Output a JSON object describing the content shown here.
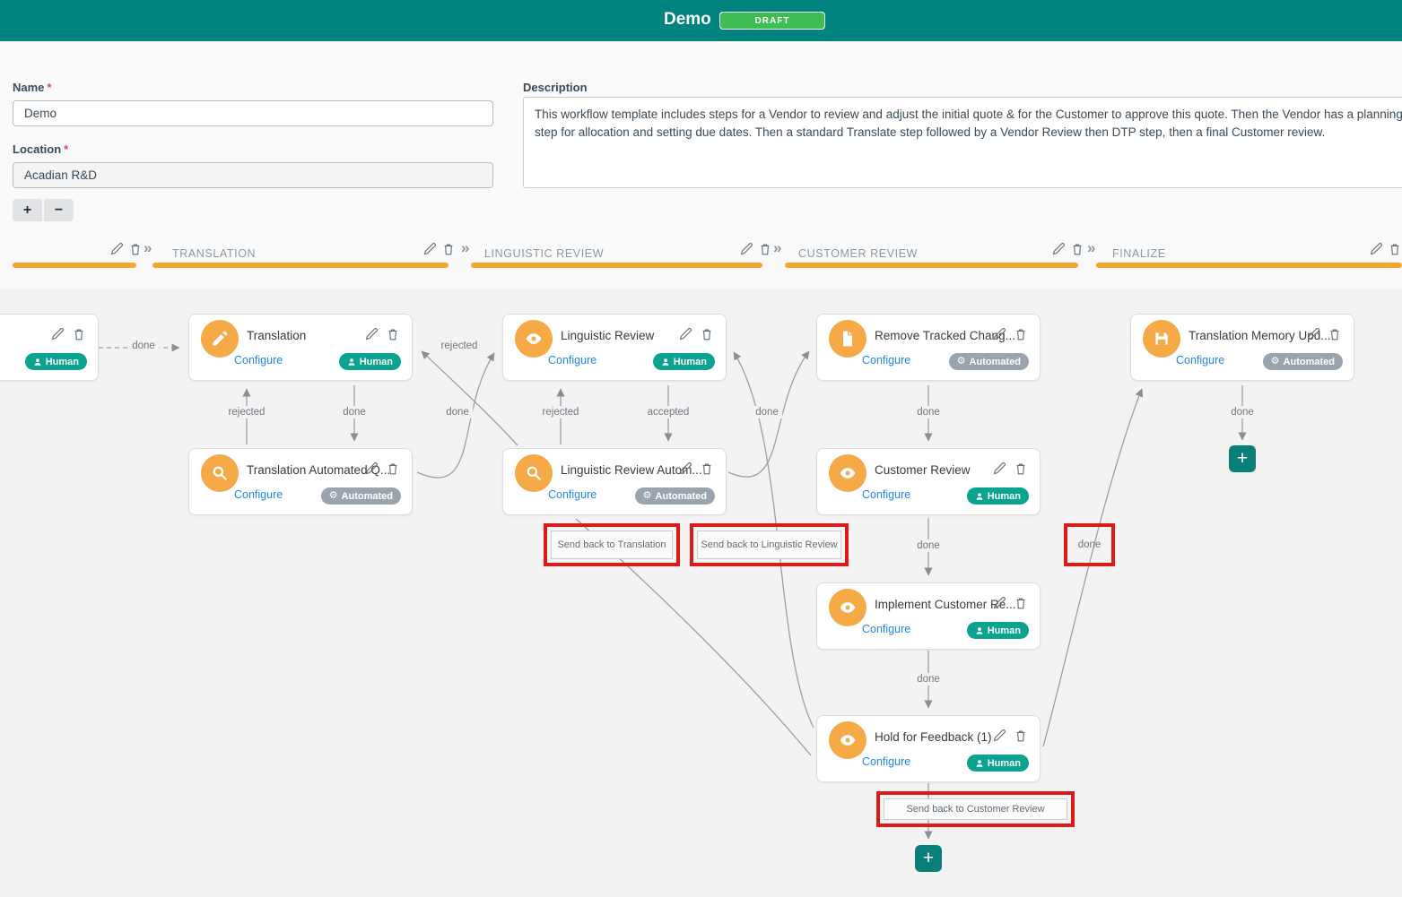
{
  "header": {
    "title": "Demo",
    "status": "DRAFT"
  },
  "form": {
    "name_label": "Name",
    "location_label": "Location",
    "description_label": "Description",
    "required_marker": "*",
    "name_value": "Demo",
    "location_value": "Acadian R&D",
    "description_value": "This workflow template includes steps for a Vendor to review and adjust the initial quote & for the Customer to approve this quote. Then the Vendor has a planning step for allocation and setting due dates. Then a standard Translate step followed by a Vendor Review then DTP step, then a final Customer review."
  },
  "controls": {
    "zoom_in": "+",
    "zoom_out": "−"
  },
  "stages": [
    {
      "label": ""
    },
    {
      "label": "TRANSLATION"
    },
    {
      "label": "LINGUISTIC REVIEW"
    },
    {
      "label": "CUSTOMER REVIEW"
    },
    {
      "label": "FINALIZE"
    }
  ],
  "nodes": [
    {
      "title": "",
      "badge": "Human"
    },
    {
      "title": "Translation",
      "icon": "pencil-icon",
      "configure_label": "Configure",
      "badge": "Human"
    },
    {
      "title": "Linguistic Review",
      "icon": "eye-icon",
      "configure_label": "Configure",
      "badge": "Human"
    },
    {
      "title": "Remove Tracked Chang...",
      "icon": "file-icon",
      "configure_label": "Configure",
      "badge": "Automated"
    },
    {
      "title": "Translation Memory Upd...",
      "icon": "save-icon",
      "configure_label": "Configure",
      "badge": "Automated"
    },
    {
      "title": "Translation Automated Q...",
      "icon": "search-icon",
      "configure_label": "Configure",
      "badge": "Automated"
    },
    {
      "title": "Linguistic Review Autom...",
      "icon": "search-icon",
      "configure_label": "Configure",
      "badge": "Automated"
    },
    {
      "title": "Customer Review",
      "icon": "eye-icon",
      "configure_label": "Configure",
      "badge": "Human"
    },
    {
      "title": "Implement Customer Re...",
      "icon": "eye-icon",
      "configure_label": "Configure",
      "badge": "Human"
    },
    {
      "title": "Hold for Feedback (1)",
      "icon": "eye-icon",
      "configure_label": "Configure",
      "badge": "Human"
    }
  ],
  "edge_labels": [
    {
      "text": "done"
    },
    {
      "text": "rejected"
    },
    {
      "text": "done"
    },
    {
      "text": "rejected"
    },
    {
      "text": "done"
    },
    {
      "text": "rejected"
    },
    {
      "text": "accepted"
    },
    {
      "text": "done"
    },
    {
      "text": "done"
    },
    {
      "text": "done"
    },
    {
      "text": "done"
    },
    {
      "text": "done"
    }
  ],
  "highlighted_labels": [
    {
      "text": "Send back to Translation"
    },
    {
      "text": "Send back to Linguistic Review"
    },
    {
      "text": "done"
    },
    {
      "text": "Send back to Customer Review"
    }
  ],
  "colors": {
    "header_teal": "#00837E",
    "stage_bar_orange": "#F5A62B",
    "node_icon_orange": "#F5A947",
    "human_badge_teal": "#0AA38F",
    "automated_badge_gray": "#9AA4AF",
    "draft_green": "#3EBE52",
    "highlight_red": "#DC1A17",
    "configure_blue": "#2186EB"
  }
}
